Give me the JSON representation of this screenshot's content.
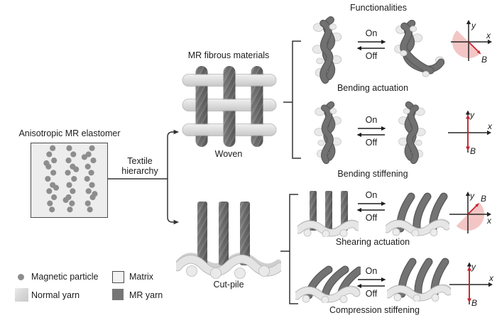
{
  "figure": {
    "functionalities_title": "Functionalities",
    "elastomer_title": "Anisotropic MR elastomer",
    "hierarchy_line1": "Textile",
    "hierarchy_line2": "hierarchy",
    "materials_heading": "MR fibrous materials",
    "woven_label": "Woven",
    "cutpile_label": "Cut-pile"
  },
  "toggle": {
    "on": "On",
    "off": "Off"
  },
  "axis_labels": {
    "x": "x",
    "y": "y",
    "b": "B"
  },
  "functionality_rows": [
    {
      "label": "Bending actuation"
    },
    {
      "label": "Bending stiffening"
    },
    {
      "label": "Shearing actuation"
    },
    {
      "label": "Compression stiffening"
    }
  ],
  "legend": [
    {
      "label": "Magnetic particle"
    },
    {
      "label": "Matrix"
    },
    {
      "label": "Normal yarn"
    },
    {
      "label": "MR yarn"
    }
  ],
  "colors": {
    "magnetic_field_red": "#c5252f",
    "field_range_pink": "#f3c6c5",
    "mr_yarn_dark": "#6d6d6d",
    "normal_yarn_light": "#dedede",
    "particle_gray": "#8d8d8d"
  }
}
